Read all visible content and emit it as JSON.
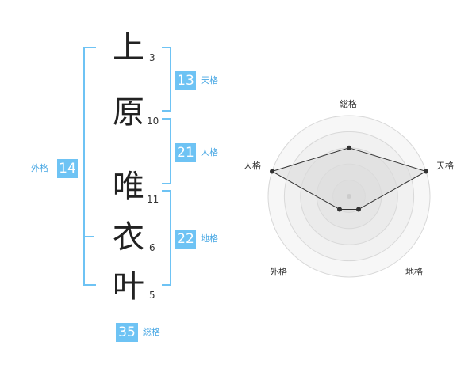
{
  "name": {
    "chars": [
      {
        "char": "上",
        "strokes": "3"
      },
      {
        "char": "原",
        "strokes": "10"
      },
      {
        "char": "唯",
        "strokes": "11"
      },
      {
        "char": "衣",
        "strokes": "6"
      },
      {
        "char": "叶",
        "strokes": "5"
      }
    ]
  },
  "kaku": {
    "tenkaku": {
      "value": "13",
      "label": "天格"
    },
    "jinkaku": {
      "value": "21",
      "label": "人格"
    },
    "chikaku": {
      "value": "22",
      "label": "地格"
    },
    "gaikaku": {
      "value": "14",
      "label": "外格"
    },
    "soukaku": {
      "value": "35",
      "label": "総格"
    }
  },
  "radar": {
    "axes": [
      "総格",
      "天格",
      "地格",
      "外格",
      "人格"
    ],
    "values": [
      3,
      5,
      1,
      1,
      5
    ],
    "max": 5
  },
  "colors": {
    "accent": "#6ec3f4",
    "accent_text": "#4aa8e4"
  }
}
